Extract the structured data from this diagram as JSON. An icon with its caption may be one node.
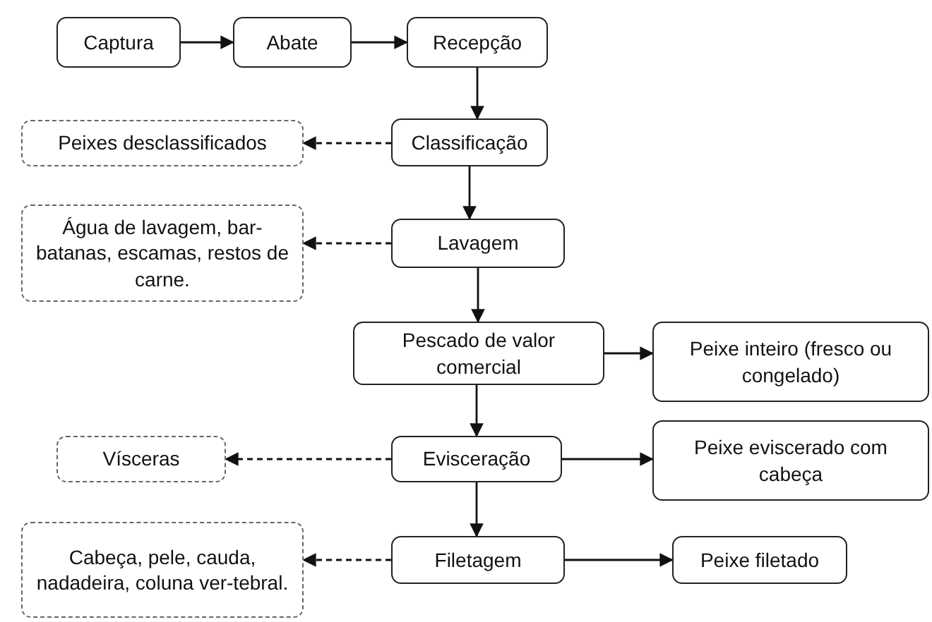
{
  "diagram": {
    "nodes": [
      {
        "text": [
          "Captura"
        ]
      },
      {
        "text": [
          "Abate"
        ]
      },
      {
        "text": [
          "Recepção"
        ]
      },
      {
        "text": [
          "Peixes desclassificados"
        ]
      },
      {
        "text": [
          "Classificação"
        ]
      },
      {
        "text": [
          "Água de lavagem, bar-batanas, escamas, restos de carne."
        ]
      },
      {
        "text": [
          "Lavagem"
        ]
      },
      {
        "text": [
          "Pescado de valor comercial"
        ]
      },
      {
        "text": [
          "Peixe inteiro (fresco ou congelado)"
        ]
      },
      {
        "text": [
          "Vísceras"
        ]
      },
      {
        "text": [
          "Evisceração"
        ]
      },
      {
        "text": [
          "Peixe eviscerado com cabeça"
        ]
      },
      {
        "text": [
          "Cabeça, pele, cauda, nadadeira, coluna ver-tebral."
        ]
      },
      {
        "text": [
          "Filetagem"
        ]
      },
      {
        "text": [
          "Peixe filetado"
        ]
      }
    ],
    "edges": [
      {
        "from": 0,
        "to": 1,
        "arrow": "to"
      },
      {
        "from": 1,
        "to": 2,
        "arrow": "to"
      },
      {
        "from": 2,
        "to": 4,
        "arrow": "to"
      },
      {
        "from": 4,
        "to": 3,
        "arrow": "to",
        "style": "dashed"
      },
      {
        "from": 4,
        "to": 6,
        "arrow": "to"
      },
      {
        "from": 6,
        "to": 5,
        "arrow": "to",
        "style": "dashed"
      },
      {
        "from": 6,
        "to": 7,
        "arrow": "to"
      },
      {
        "from": 7,
        "to": 8,
        "arrow": "to"
      },
      {
        "from": 7,
        "to": 10,
        "arrow": "to"
      },
      {
        "from": 10,
        "to": 9,
        "arrow": "to",
        "style": "dashed"
      },
      {
        "from": 10,
        "to": 11,
        "arrow": "to"
      },
      {
        "from": 10,
        "to": 13,
        "arrow": "to"
      },
      {
        "from": 13,
        "to": 12,
        "arrow": "to",
        "style": "dashed"
      },
      {
        "from": 13,
        "to": 14,
        "arrow": "to"
      }
    ]
  }
}
